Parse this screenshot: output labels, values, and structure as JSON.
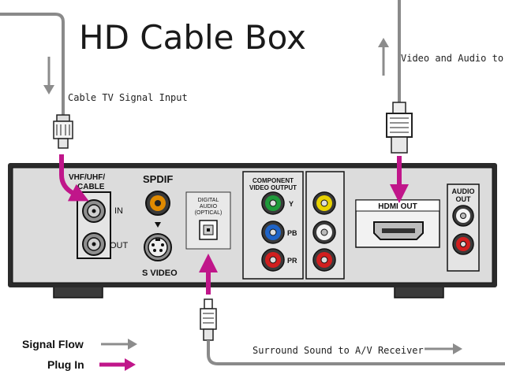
{
  "title": "HD Cable Box",
  "labels": {
    "cable_input": "Cable TV Signal Input",
    "video_audio_out": "Video and Audio to TV",
    "surround": "Surround Sound to A/V Receiver"
  },
  "panel": {
    "vhf_line1": "VHF/UHF/",
    "vhf_line2": "CABLE",
    "in": "IN",
    "out": "OUT",
    "spdif": "SPDIF",
    "s_video": "S VIDEO",
    "digital_audio_line1": "DIGITAL",
    "digital_audio_line2": "AUDIO",
    "digital_audio_line3": "(OPTICAL)",
    "component_line1": "COMPONENT",
    "component_line2": "VIDEO OUTPUT",
    "y": "Y",
    "pb": "PB",
    "pr": "PR",
    "hdmi_out": "HDMI OUT",
    "audio_out_line1": "AUDIO",
    "audio_out_line2": "OUT"
  },
  "legend": {
    "signal_flow": "Signal Flow",
    "plug_in": "Plug In"
  },
  "colors": {
    "cable": "#8a8a8a",
    "signal_arrow": "#8c8c8c",
    "plug_arrow": "#c0168a",
    "panel": "#dcdcdc",
    "box_frame": "#2b2b2b",
    "green": "#1f9a3a",
    "blue": "#1f64c8",
    "red": "#d11f1f",
    "yellow": "#e8d200",
    "orange": "#e08a00"
  }
}
